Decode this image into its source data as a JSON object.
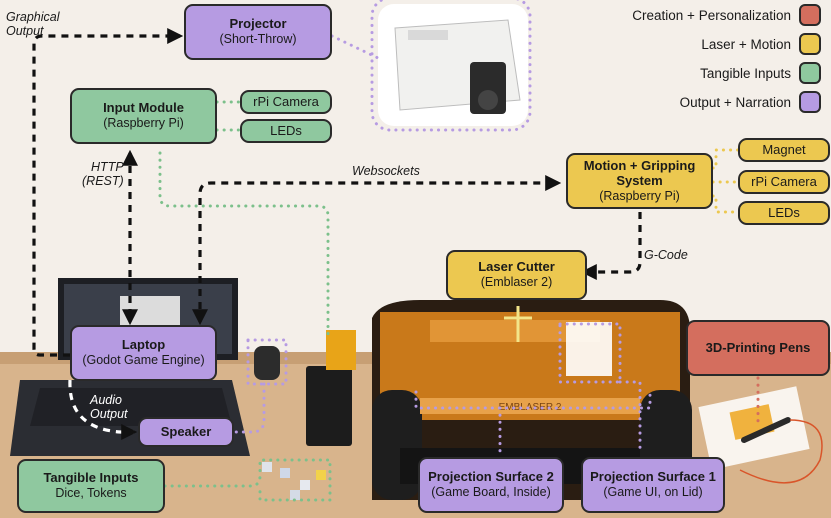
{
  "legend": [
    {
      "label": "Creation + Personalization",
      "color": "#d46e5e"
    },
    {
      "label": "Laser + Motion",
      "color": "#ecc850"
    },
    {
      "label": "Tangible Inputs",
      "color": "#8fc89f"
    },
    {
      "label": "Output + Narration",
      "color": "#b69be2"
    }
  ],
  "nodes": {
    "projector": {
      "title": "Projector",
      "subtitle": "(Short-Throw)"
    },
    "input_module": {
      "title": "Input Module",
      "subtitle": "(Raspberry Pi)"
    },
    "input_camera": {
      "title": "rPi Camera"
    },
    "input_leds": {
      "title": "LEDs"
    },
    "motion_system": {
      "title_line1": "Motion + Gripping",
      "title_line2": "System",
      "subtitle": "(Raspberry Pi)"
    },
    "magnet": {
      "title": "Magnet"
    },
    "motion_camera": {
      "title": "rPi Camera"
    },
    "motion_leds": {
      "title": "LEDs"
    },
    "laser_cutter": {
      "title": "Laser Cutter",
      "subtitle": "(Emblaser 2)"
    },
    "laptop": {
      "title": "Laptop",
      "subtitle": "(Godot Game Engine)"
    },
    "speaker": {
      "title": "Speaker"
    },
    "tangible_inputs": {
      "title": "Tangible Inputs",
      "subtitle": "Dice, Tokens"
    },
    "surface2": {
      "title": "Projection Surface 2",
      "subtitle": "(Game Board, Inside)"
    },
    "surface1": {
      "title": "Projection Surface 1",
      "subtitle": "(Game UI, on Lid)"
    },
    "pens": {
      "title": "3D-Printing Pens"
    }
  },
  "edge_labels": {
    "graphical_output_1": "Graphical",
    "graphical_output_2": "Output",
    "http_1": "HTTP",
    "http_2": "(REST)",
    "websockets": "Websockets",
    "gcode": "G-Code",
    "audio_output_1": "Audio",
    "audio_output_2": "Output"
  },
  "device_label": "EMBLASER 2"
}
